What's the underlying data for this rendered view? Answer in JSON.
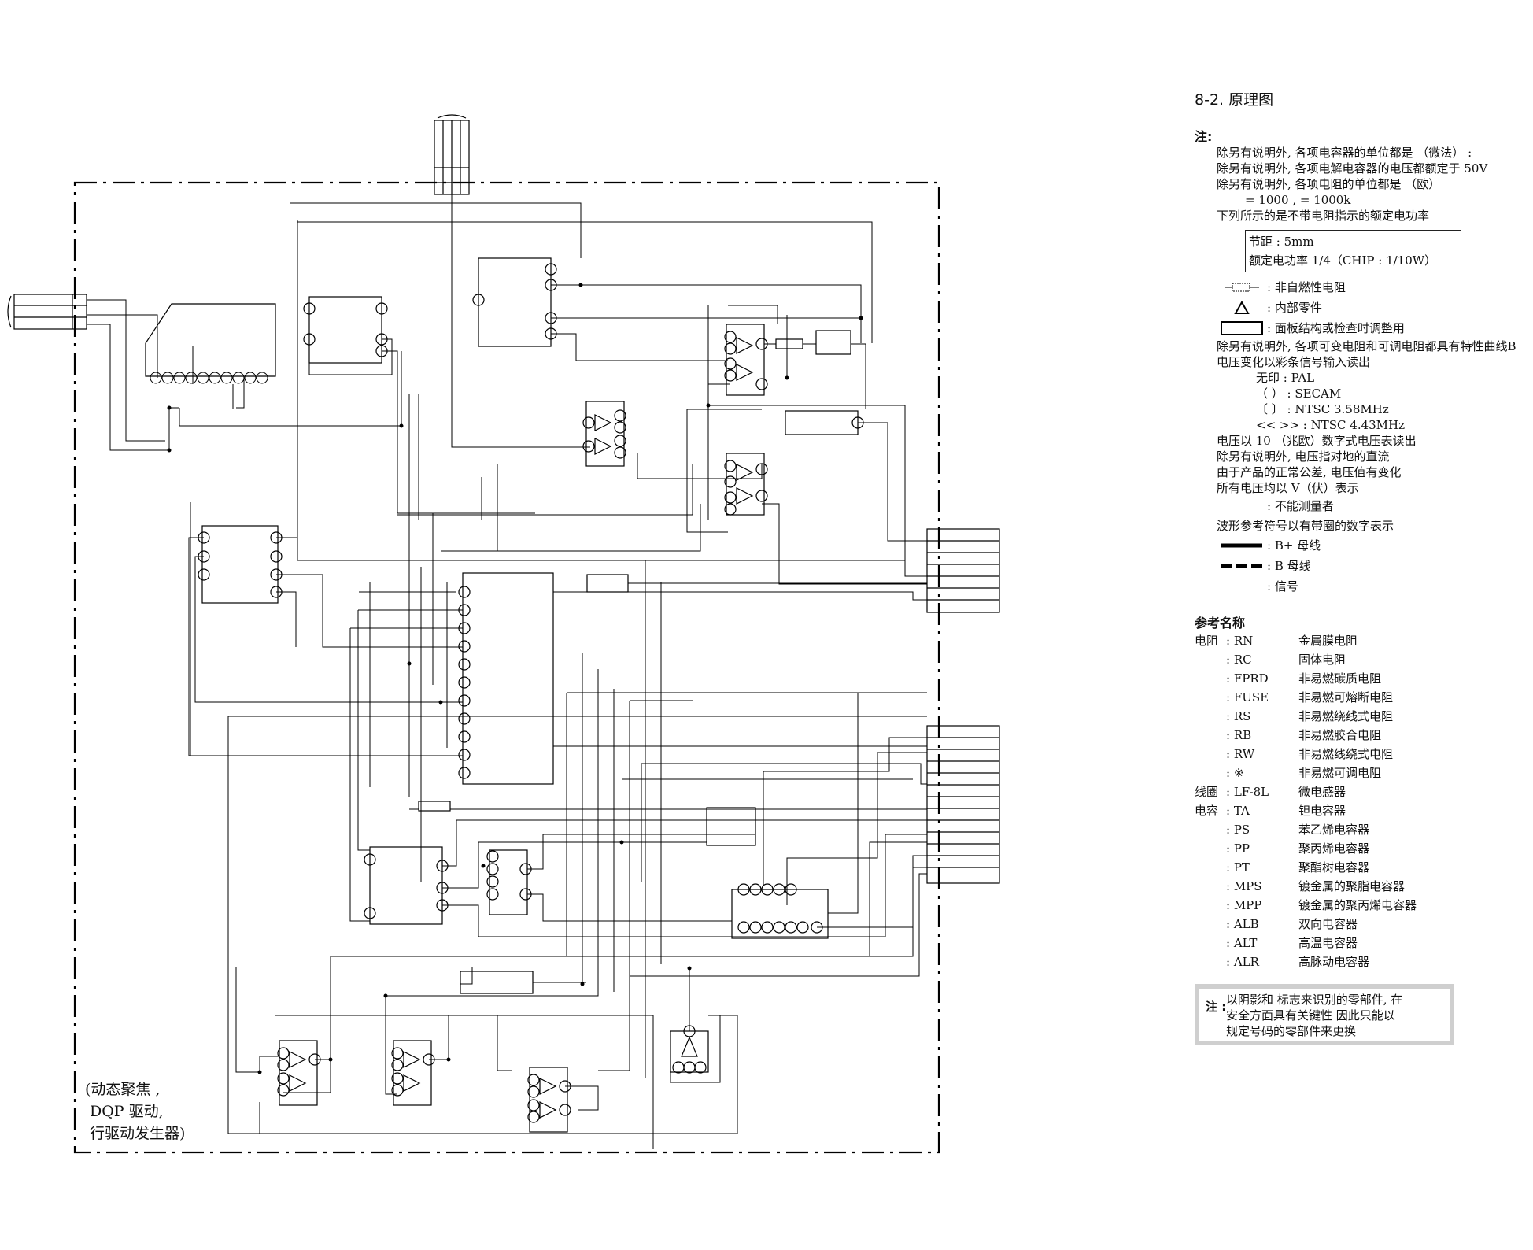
{
  "title": "8-2. 原理图",
  "notes": {
    "header": "注:",
    "lines": [
      "除另有说明外, 各项电容器的单位都是 （微法）  :",
      "除另有说明外, 各项电解电容器的电压都额定于 50V",
      "除另有说明外, 各项电阻的单位都是 （欧）",
      "= 1000 ,     = 1000k",
      "下列所示的是不带电阻指示的额定电功率"
    ],
    "spec_box": [
      "节距 : 5mm",
      "额定电功率 1/4（CHIP : 1/10W）"
    ],
    "legend": [
      {
        "icon": "nonflammable-resistor-icon",
        "text": ": 非自燃性电阻"
      },
      {
        "icon": "triangle-icon",
        "text": ": 内部零件"
      },
      {
        "icon": "rectangle-icon",
        "text": ": 面板结构或检查时调整用"
      }
    ],
    "lines2": [
      "除另有说明外, 各项可变电阻和可调电阻都具有特性曲线B",
      "电压变化以彩条信号输入读出"
    ],
    "signal_formats": [
      "无印  :  PAL",
      "（ ）  :  SECAM",
      "〔 〕  :  NTSC 3.58MHz",
      "<< >>  :  NTSC 4.43MHz"
    ],
    "lines3": [
      "电压以 10      （兆欧）数字式电压表读出",
      "除另有说明外, 电压指对地的直流",
      "由于产品的正常公差, 电压值有变化",
      "所有电压均以 V（伏）表示"
    ],
    "unmeasurable": ": 不能测量者",
    "waveform_note": "波形参考符号以有带圈的数字表示",
    "bus_legend": [
      {
        "icon": "b-plus-line-icon",
        "text": ": B+ 母线"
      },
      {
        "icon": "b-minus-line-icon",
        "text": ": B  母线"
      },
      {
        "icon": "signal-line-icon",
        "text": ": 信号"
      }
    ]
  },
  "reference_names": {
    "header": "参考名称",
    "rows": [
      {
        "category": "电阻",
        "code": ": RN",
        "desc": "金属膜电阻"
      },
      {
        "category": "",
        "code": ": RC",
        "desc": "固体电阻"
      },
      {
        "category": "",
        "code": ": FPRD",
        "desc": "非易燃碳质电阻"
      },
      {
        "category": "",
        "code": ": FUSE",
        "desc": "非易燃可熔断电阻"
      },
      {
        "category": "",
        "code": ": RS",
        "desc": "非易燃绕线式电阻"
      },
      {
        "category": "",
        "code": ": RB",
        "desc": "非易燃胶合电阻"
      },
      {
        "category": "",
        "code": ": RW",
        "desc": "非易燃线绕式电阻"
      },
      {
        "category": "",
        "code": ": ※",
        "desc": "非易燃可调电阻"
      },
      {
        "category": "线圈",
        "code": ": LF-8L",
        "desc": "微电感器"
      },
      {
        "category": "电容",
        "code": ": TA",
        "desc": "钽电容器"
      },
      {
        "category": "",
        "code": ": PS",
        "desc": "苯乙烯电容器"
      },
      {
        "category": "",
        "code": ": PP",
        "desc": "聚丙烯电容器"
      },
      {
        "category": "",
        "code": ": PT",
        "desc": "聚酯树电容器"
      },
      {
        "category": "",
        "code": ": MPS",
        "desc": "镀金属的聚脂电容器"
      },
      {
        "category": "",
        "code": ": MPP",
        "desc": "镀金属的聚丙烯电容器"
      },
      {
        "category": "",
        "code": ": ALB",
        "desc": "双向电容器"
      },
      {
        "category": "",
        "code": ": ALT",
        "desc": "高温电容器"
      },
      {
        "category": "",
        "code": ": ALR",
        "desc": "高脉动电容器"
      }
    ]
  },
  "warning": {
    "label": "注 :",
    "lines": [
      "以阴影和   标志来识别的零部件, 在",
      "安全方面具有关键性    因此只能以",
      "规定号码的零部件来更换"
    ]
  },
  "caption": [
    "(动态聚焦 ,",
    "DQP 驱动,",
    "行驱动发生器)"
  ]
}
